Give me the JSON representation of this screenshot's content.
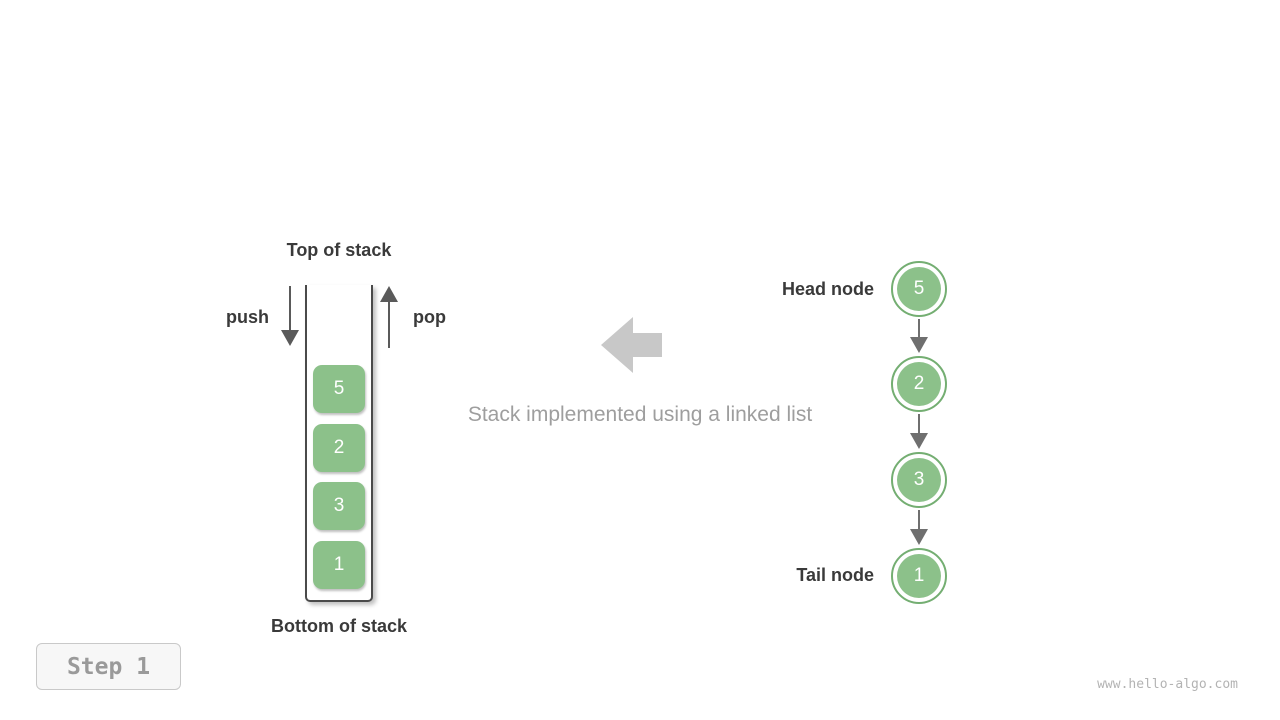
{
  "diagram": {
    "top_label": "Top of stack",
    "bottom_label": "Bottom of stack",
    "push_label": "push",
    "pop_label": "pop",
    "caption": "Stack implemented using a linked list",
    "stack_items": [
      "5",
      "2",
      "3",
      "1"
    ],
    "head_label": "Head node",
    "tail_label": "Tail node",
    "list_nodes": [
      "5",
      "2",
      "3",
      "1"
    ]
  },
  "step_badge": "Step 1",
  "watermark": "www.hello-algo.com",
  "colors": {
    "node_green": "#8cc18a",
    "node_ring_green": "#74ae72",
    "arrow_gray": "#6f6f6f",
    "big_arrow_gray": "#c8c8c8",
    "caption_gray": "#9e9e9e",
    "label_dark": "#3a3a3a"
  }
}
